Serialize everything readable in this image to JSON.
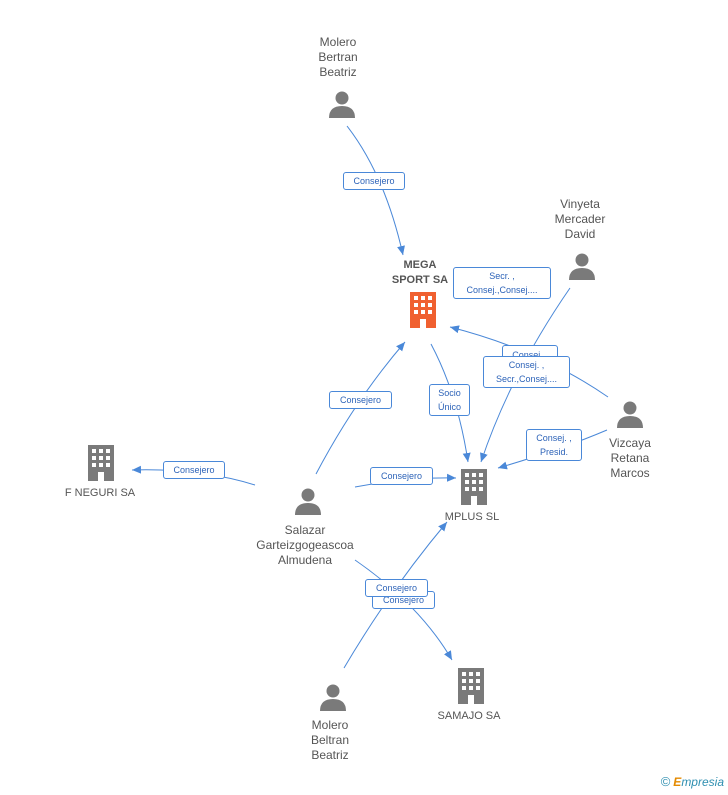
{
  "colors": {
    "edge": "#4a88d8",
    "person_icon": "#7a7a7a",
    "company_icon": "#7a7a7a",
    "main_company_icon": "#f06030"
  },
  "nodes": {
    "mega_sport": {
      "label": "MEGA\nSPORT SA",
      "icon": "building-icon"
    },
    "mplus": {
      "label": "MPLUS SL",
      "icon": "building-icon"
    },
    "f_neguri": {
      "label": "F NEGURI SA",
      "icon": "building-icon"
    },
    "samajo": {
      "label": "SAMAJO SA",
      "icon": "building-icon"
    },
    "molero_top": {
      "label": "Molero\nBertran\nBeatriz",
      "icon": "person-icon"
    },
    "molero_bottom": {
      "label": "Molero\nBeltran\nBeatriz",
      "icon": "person-icon"
    },
    "vinyeta": {
      "label": "Vinyeta\nMercader\nDavid",
      "icon": "person-icon"
    },
    "vizcaya": {
      "label": "Vizcaya\nRetana\nMarcos",
      "icon": "person-icon"
    },
    "salazar": {
      "label": "Salazar\nGarteizgogeascoa\nAlmudena",
      "icon": "person-icon"
    }
  },
  "edges": {
    "molero_top_mega": "Consejero",
    "vinyeta_mega": "Secr. ,\nConsej.,Consej....",
    "vizcaya_mega": "Consej. ,\nSecr.,Consej....",
    "vizcaya_mega_behind": "Consej. ,",
    "vizcaya_mplus": "Consej. ,\nPresid.",
    "mega_mplus": "Socio\nÚnico",
    "salazar_mega": "Consejero",
    "salazar_fneguri": "Consejero",
    "salazar_mplus": "Consejero",
    "salazar_samajo": "Consejero",
    "molero_bottom_mplus": "Consejero"
  },
  "footer": {
    "copyright": "©",
    "brand_first": "E",
    "brand_rest": "mpresia"
  }
}
